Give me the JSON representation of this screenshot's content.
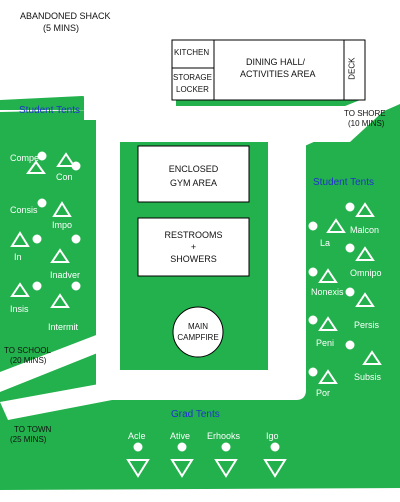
{
  "map": {
    "colors": {
      "grass": "#22b14c",
      "road": "#ffffff",
      "tent_mark": "#ffffff",
      "section_label": "#2233cc",
      "outline": "#000000"
    },
    "labels": {
      "shack": "ABANDONED SHACK",
      "shack_time": "(5 MINS)",
      "shore": "TO SHORE",
      "shore_time": "(10 MINS)",
      "school": "TO SCHOOL",
      "school_time": "(20 MINS)",
      "town": "TO TOWN",
      "town_time": "(25 MINS)"
    },
    "building": {
      "kitchen": "KITCHEN",
      "storage": "STORAGE",
      "locker": "LOCKER",
      "dining": "DINING HALL/",
      "dining2": "ACTIVITIES AREA",
      "deck": "DECK"
    },
    "center": {
      "gym": "ENCLOSED",
      "gym2": "GYM AREA",
      "rest": "RESTROOMS",
      "rest2": "+",
      "rest3": "SHOWERS",
      "campfire": "MAIN",
      "campfire2": "CAMPFIRE"
    },
    "sections": {
      "left": "Student Tents",
      "right": "Student Tents",
      "grad": "Grad Tents"
    },
    "left_tents": [
      "Compe",
      "Con",
      "Consis",
      "Impo",
      "In",
      "Inadver",
      "Insis",
      "Intermit"
    ],
    "right_tents": [
      "La",
      "Malcon",
      "Nonexis",
      "Omnipo",
      "Peni",
      "Persis",
      "Por",
      "Subsis"
    ],
    "grad_tents": [
      "Acle",
      "Ative",
      "Erhooks",
      "Igo"
    ]
  }
}
